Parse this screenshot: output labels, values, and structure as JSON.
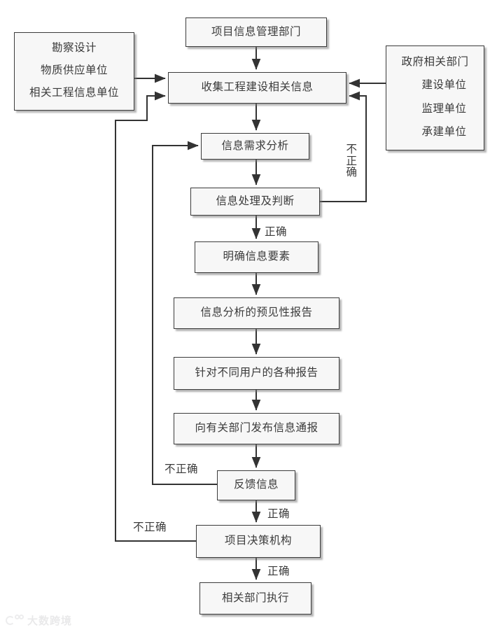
{
  "diagram": {
    "title_text": "",
    "colors": {
      "node_fill": "#f7f7f7",
      "node_border": "#3b3b3b",
      "text": "#3a3a3a",
      "edge": "#333333",
      "watermark": "#b9b9bd"
    },
    "nodes": {
      "project_info_dept": {
        "label": "项目信息管理部门"
      },
      "left_sources": {
        "line1": "勘察设计",
        "line2": "物质供应单位",
        "line3": "相关工程信息单位"
      },
      "right_sources": {
        "line1": "政府相关部门",
        "line2": "建设单位",
        "line3": "监理单位",
        "line4": "承建单位"
      },
      "collect_info": {
        "label": "收集工程建设相关信息"
      },
      "demand_analysis": {
        "label": "信息需求分析"
      },
      "process_judge": {
        "label": "信息处理及判断"
      },
      "clarify_elements": {
        "label": "明确信息要素"
      },
      "predictive_report": {
        "label": "信息分析的预见性报告"
      },
      "user_reports": {
        "label": "针对不同用户的各种报告"
      },
      "publish_bulletin": {
        "label": "向有关部门发布信息通报"
      },
      "feedback_info": {
        "label": "反馈信息"
      },
      "decision_body": {
        "label": "项目决策机构"
      },
      "dept_execute": {
        "label": "相关部门执行"
      }
    },
    "edge_labels": {
      "incorrect_right_loop": "不正确",
      "correct_after_judge": "正确",
      "incorrect_feedback_loop": "不正确",
      "correct_after_feedback": "正确",
      "incorrect_decision_loop": "不正确",
      "correct_after_decision": "正确"
    }
  },
  "watermark": {
    "text": "大数跨境",
    "mark_name": "three-circle-logo"
  }
}
